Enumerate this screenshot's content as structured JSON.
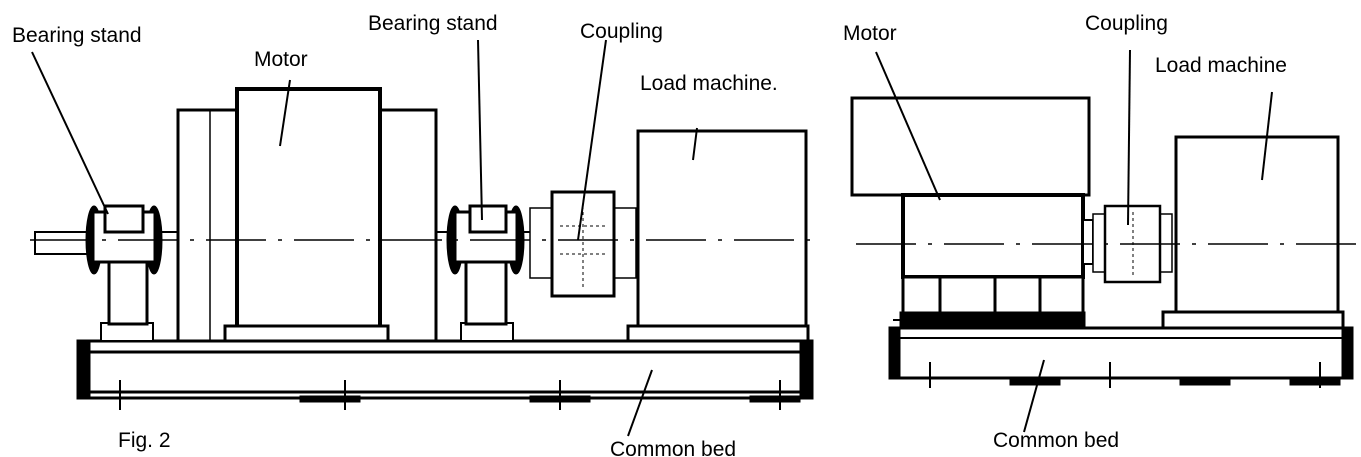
{
  "figure": {
    "caption": "Fig. 2",
    "left_drawing": {
      "labels": {
        "bearing_stand_left": "Bearing stand",
        "motor": "Motor",
        "bearing_stand_right": "Bearing stand",
        "coupling": "Coupling",
        "load_machine": "Load machine.",
        "common_bed": "Common bed"
      }
    },
    "right_drawing": {
      "labels": {
        "motor": "Motor",
        "coupling": "Coupling",
        "load_machine": "Load machine",
        "common_bed": "Common bed"
      }
    }
  }
}
